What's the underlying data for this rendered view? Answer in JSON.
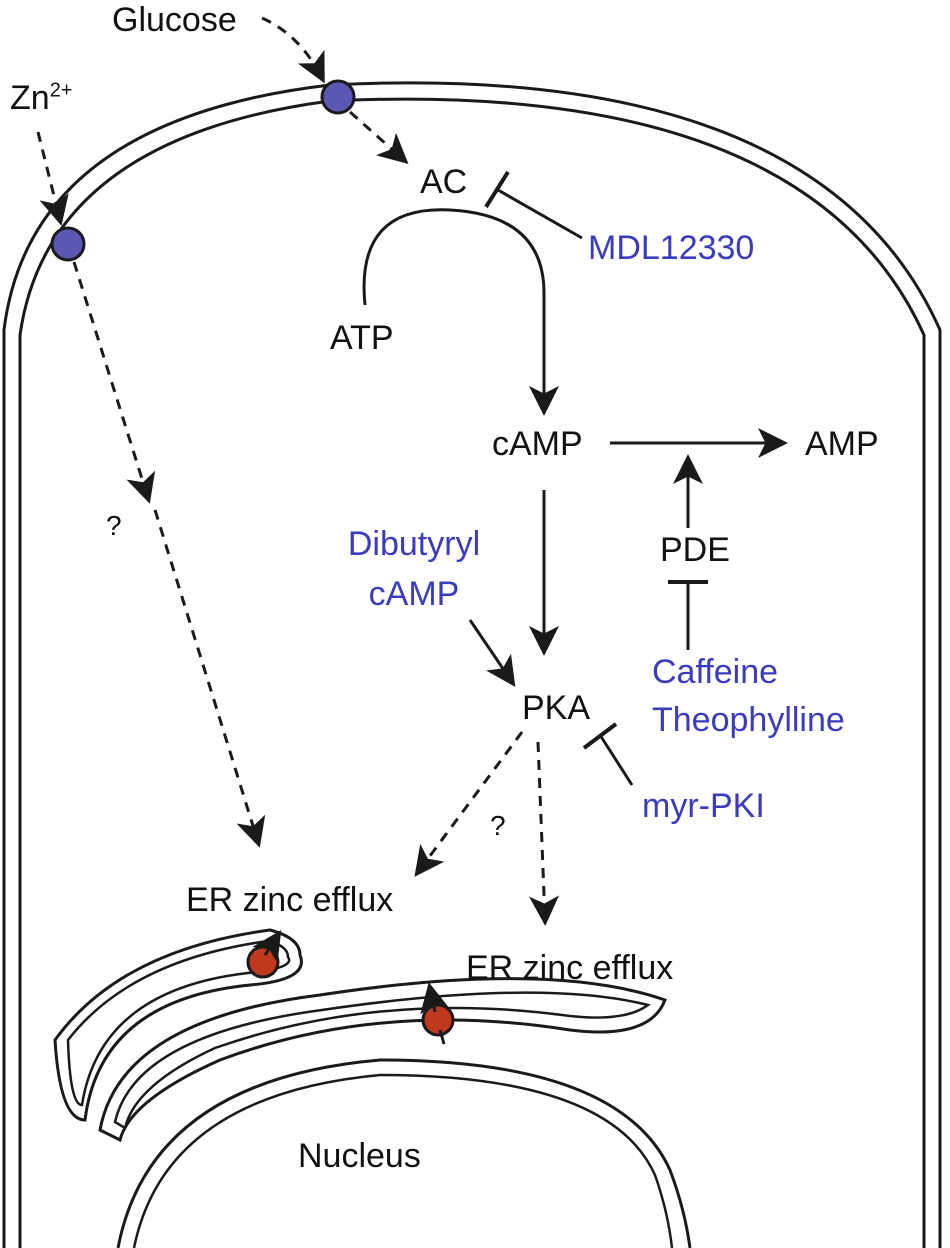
{
  "labels": {
    "glucose": "Glucose",
    "zn": "Zn",
    "zn_sup": "2+",
    "ac": "AC",
    "mdl": "MDL12330",
    "atp": "ATP",
    "camp": "cAMP",
    "amp": "AMP",
    "pde": "PDE",
    "dibutyryl_1": "Dibutyryl",
    "dibutyryl_2": "cAMP",
    "pka": "PKA",
    "caffeine": "Caffeine",
    "theophylline": "Theophylline",
    "myr_pki": "myr-PKI",
    "question_left": "?",
    "question_right": "?",
    "er_efflux_left": "ER zinc efflux",
    "er_efflux_right": "ER zinc efflux",
    "nucleus": "Nucleus"
  },
  "colors": {
    "text": "#111111",
    "drug": "#3b3bbf",
    "transporter_membrane": "#5b57b5",
    "transporter_er": "#c0391f",
    "line": "#1a1a1a"
  }
}
